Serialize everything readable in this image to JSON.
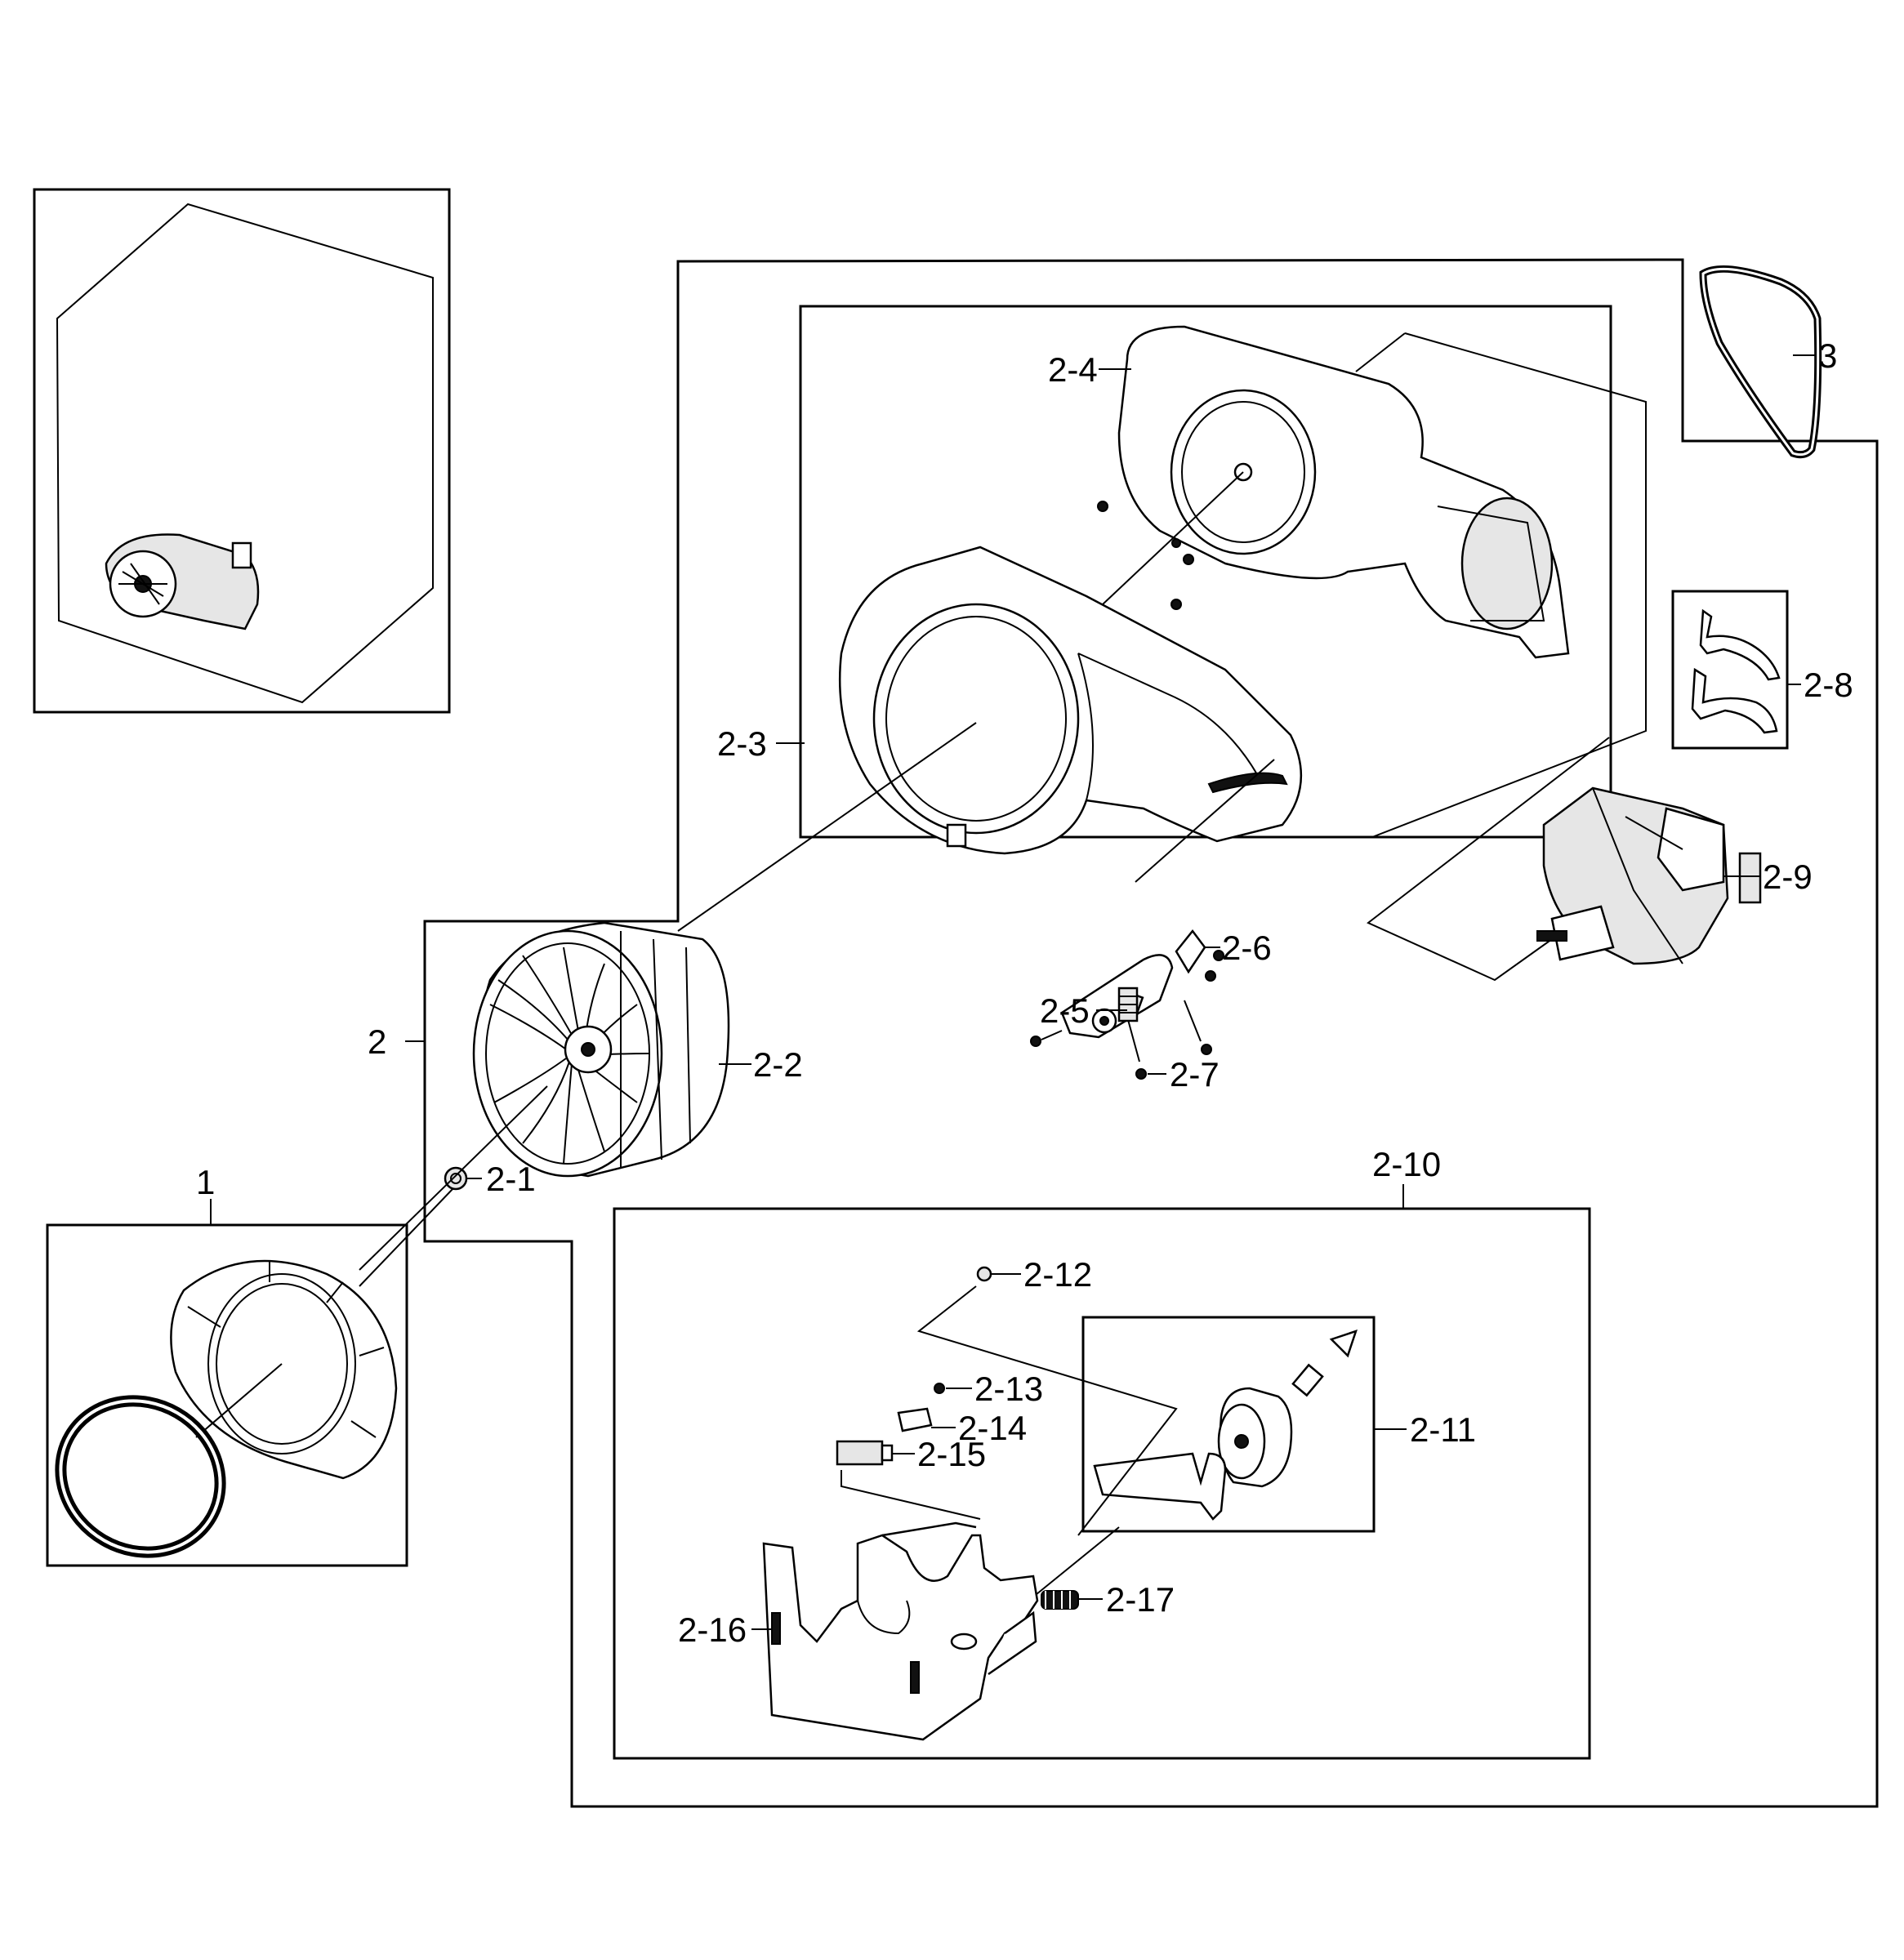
{
  "diagram": {
    "callouts": {
      "c1": "1",
      "c2": "2",
      "c2_1": "2-1",
      "c2_2": "2-2",
      "c2_3": "2-3",
      "c2_4": "2-4",
      "c2_5": "2-5",
      "c2_6": "2-6",
      "c2_7": "2-7",
      "c2_8": "2-8",
      "c2_9": "2-9",
      "c2_10": "2-10",
      "c2_11": "2-11",
      "c2_12": "2-12",
      "c2_13": "2-13",
      "c2_14": "2-14",
      "c2_15": "2-15",
      "c2_16": "2-16",
      "c2_17": "2-17",
      "c3": "3"
    }
  }
}
